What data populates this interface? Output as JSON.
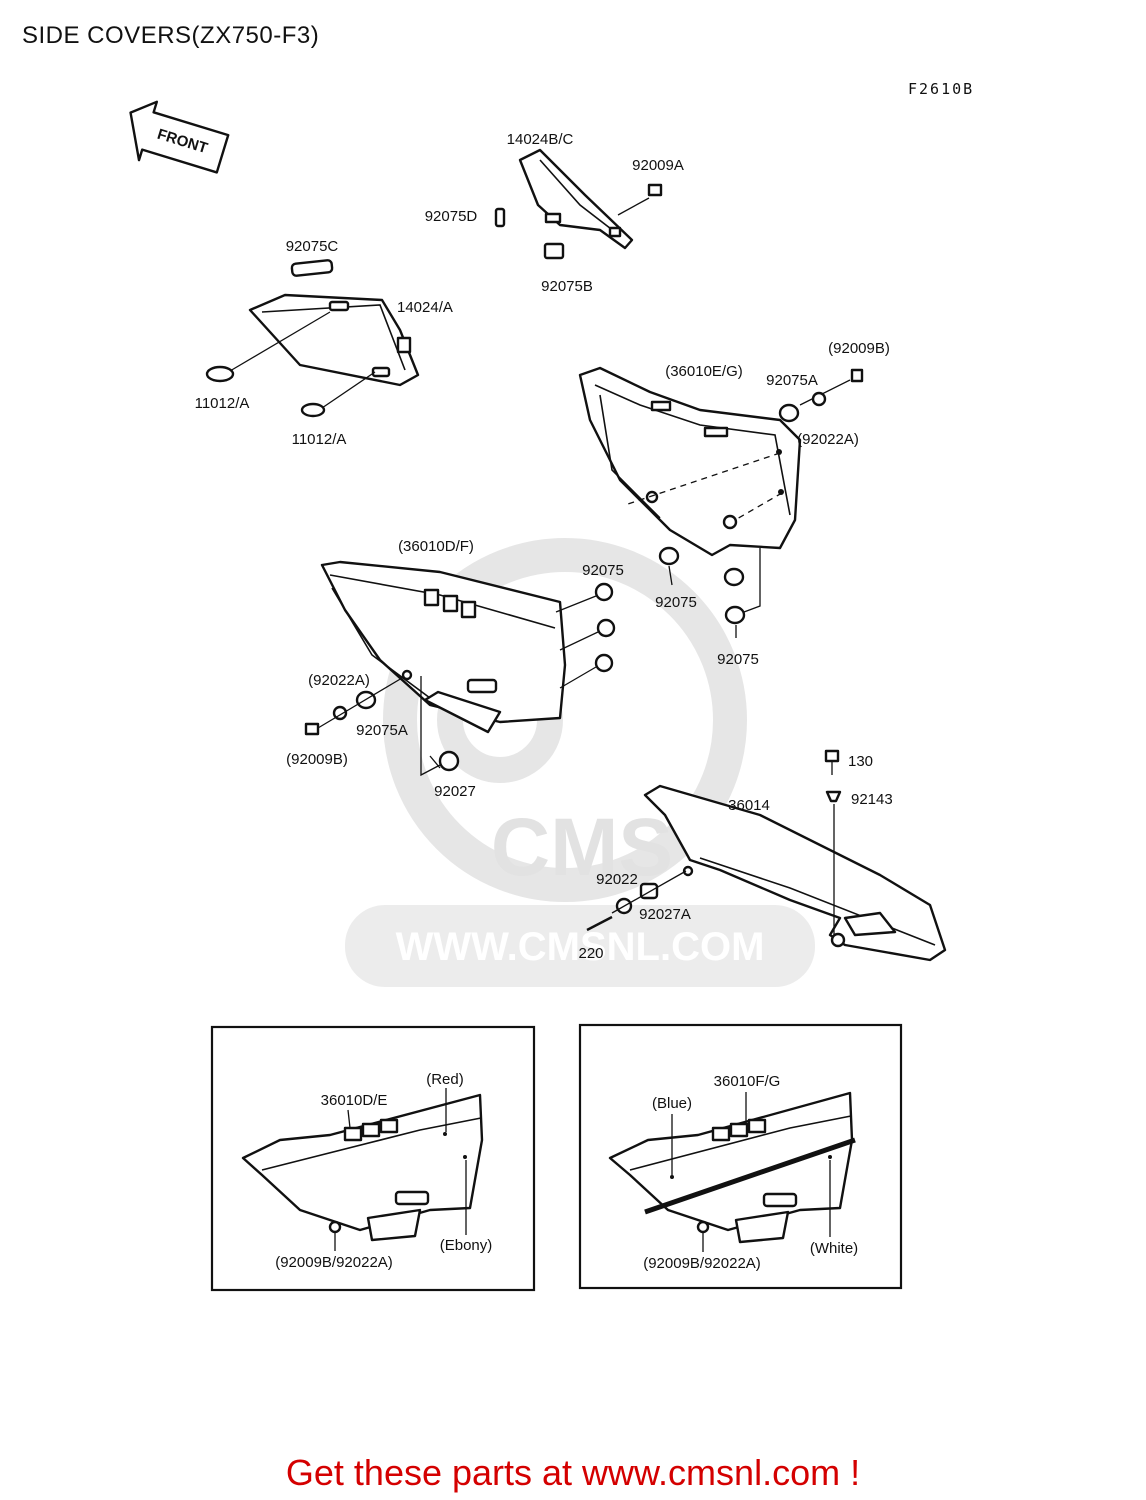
{
  "page": {
    "title": "SIDE COVERS(ZX750-F3)",
    "figure_code": "F2610B",
    "call_to_action": "Get these parts at www.cmsnl.com !"
  },
  "front_arrow": {
    "label": "FRONT"
  },
  "watermark": {
    "text": "WWW.CMSNL.COM",
    "logo_text": "CMS",
    "color": "#e2e2e2"
  },
  "labels": {
    "p14024bc": "14024B/C",
    "p92009a": "92009A",
    "p92075d": "92075D",
    "p92075b": "92075B",
    "p92075c": "92075C",
    "p14024a": "14024/A",
    "p11012a_1": "11012/A",
    "p11012a_2": "11012/A",
    "p36010eg": "(36010E/G)",
    "p92009b_top": "(92009B)",
    "p92075a_top": "92075A",
    "p92022a_top": "(92022A)",
    "p36010df": "(36010D/F)",
    "p92075_left": "92075",
    "p92075_mid": "92075",
    "p92075_right": "92075",
    "p92022a_left": "(92022A)",
    "p92075a_left": "92075A",
    "p92009b_left": "(92009B)",
    "p92027": "92027",
    "p130": "130",
    "p92143": "92143",
    "p36014": "36014",
    "p92022": "92022",
    "p92027a": "92027A",
    "p220": "220"
  },
  "variant_boxes": [
    {
      "part": "36010D/E",
      "upper_color": "(Red)",
      "lower_color": "(Ebony)",
      "fasteners": "(92009B/92022A)"
    },
    {
      "part": "36010F/G",
      "upper_color": "(Blue)",
      "lower_color": "(White)",
      "fasteners": "(92009B/92022A)"
    }
  ],
  "colors": {
    "line": "#111111",
    "cta": "#d40000",
    "background": "#ffffff"
  }
}
